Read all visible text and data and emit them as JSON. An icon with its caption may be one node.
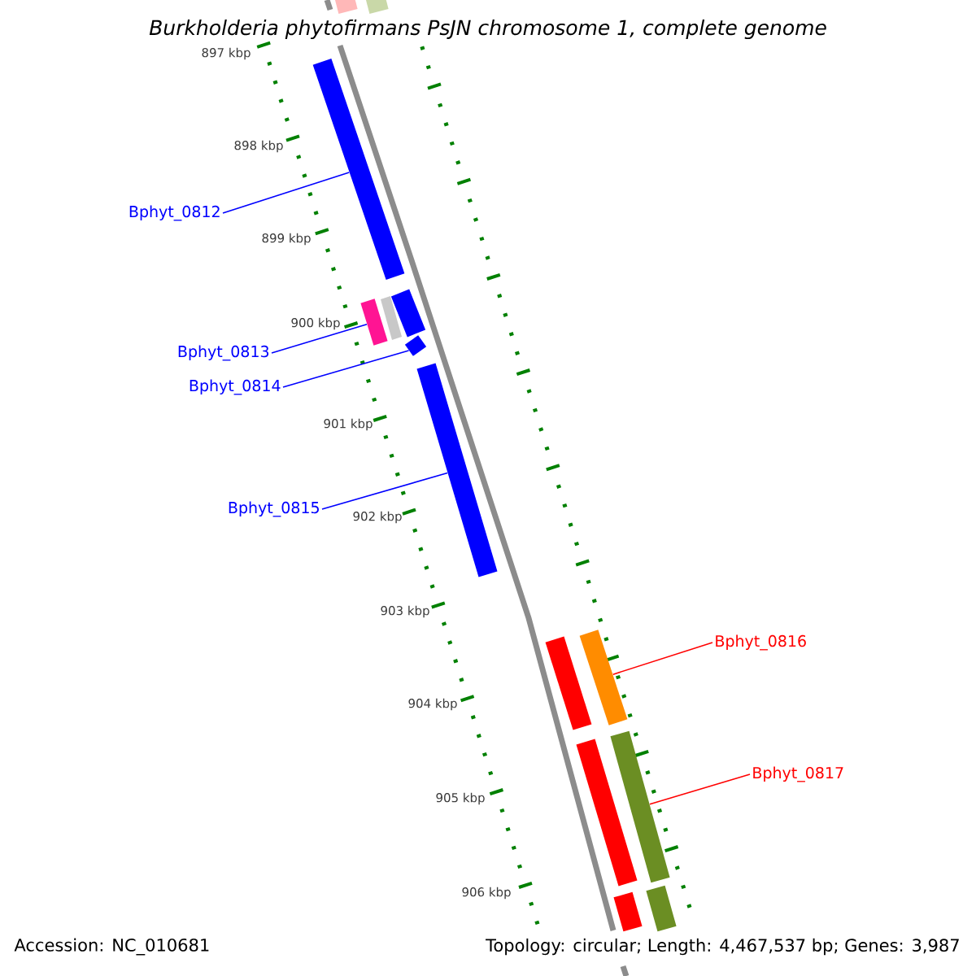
{
  "diagram": {
    "title": "Burkholderia phytofirmans PsJN chromosome 1, complete genome",
    "nodes": [
      {
        "text": [],
        "shape": "bar"
      },
      {
        "text": [],
        "shape": "bar"
      },
      {
        "text": [],
        "shape": "bar"
      },
      {
        "text": [],
        "shape": "bar"
      },
      {
        "text": [],
        "shape": "bar"
      },
      {
        "text": [],
        "shape": "bar"
      },
      {
        "text": [],
        "shape": "bar"
      },
      {
        "text": [],
        "shape": "bar"
      },
      {
        "text": [],
        "shape": "bar"
      },
      {
        "text": [],
        "shape": "bar"
      },
      {
        "text": [],
        "shape": "bar"
      },
      {
        "text": [],
        "shape": "bar"
      },
      {
        "text": [],
        "shape": "bar"
      },
      {
        "text": [
          "Bphyt_0812"
        ]
      },
      {
        "text": [
          "Bphyt_0813"
        ]
      },
      {
        "text": [
          "Bphyt_0814"
        ]
      },
      {
        "text": [
          "Bphyt_0815"
        ]
      },
      {
        "text": [
          "Bphyt_0816"
        ]
      },
      {
        "text": [
          "Bphyt_0817"
        ]
      }
    ],
    "edges": [
      {
        "from": 13,
        "to": 2,
        "arrow": "none",
        "color": "#0000ff"
      },
      {
        "from": 14,
        "to": 3,
        "arrow": "none",
        "color": "#0000ff"
      },
      {
        "from": 15,
        "to": 5,
        "arrow": "none",
        "color": "#0000ff"
      },
      {
        "from": 16,
        "to": 6,
        "arrow": "none",
        "color": "#0000ff"
      },
      {
        "from": 17,
        "to": 8,
        "arrow": "none",
        "color": "#ff0000"
      },
      {
        "from": 18,
        "to": 10,
        "arrow": "none",
        "color": "#ff0000"
      }
    ],
    "labels": [
      "897 kbp",
      "898 kbp",
      "899 kbp",
      "900 kbp",
      "901 kbp",
      "902 kbp",
      "903 kbp",
      "904 kbp",
      "905 kbp",
      "906 kbp",
      "Accession: NC_010681",
      "Topology: circular; Length: 4,467,537 bp; Genes: 3,987"
    ]
  }
}
